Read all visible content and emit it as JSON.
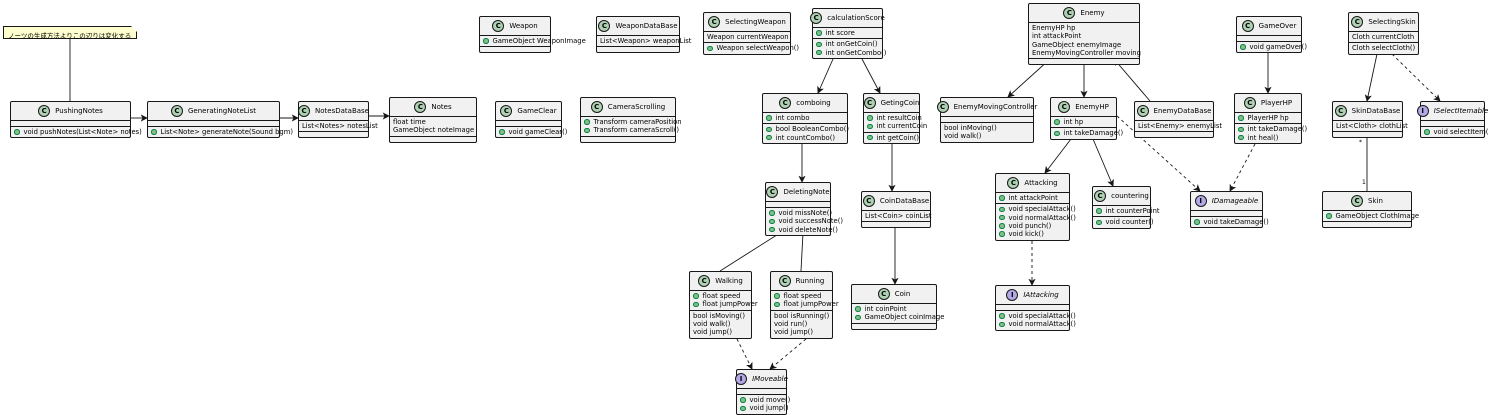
{
  "note": "ノーツの生成方法よりこの辺りは変化する",
  "classes": {
    "PushingNotes": {
      "name": "PushingNotes",
      "fields": [],
      "methods": [
        "void pushNotes(List<Note> notes)"
      ]
    },
    "GeneratingNoteList": {
      "name": "GeneratingNoteList",
      "fields": [],
      "methods": [
        "List<Note> generateNote(Sound bgm)"
      ]
    },
    "NotesDataBase": {
      "name": "NotesDataBase",
      "fields": [
        "List<Notes> notesList"
      ],
      "methods": []
    },
    "Notes": {
      "name": "Notes",
      "fields": [
        "float time",
        "GameObject noteImage"
      ],
      "methods": []
    },
    "GameClear": {
      "name": "GameClear",
      "fields": [],
      "methods": [
        "void gameClear()"
      ]
    },
    "CameraScrolling": {
      "name": "CameraScrolling",
      "fields": [
        "Transform cameraPosition",
        "Transform cameraScroll()"
      ],
      "methods": []
    },
    "Weapon": {
      "name": "Weapon",
      "fields": [
        "GameObject WeaponImage"
      ],
      "methods": []
    },
    "WeaponDataBase": {
      "name": "WeaponDataBase",
      "fields": [
        "List<Weapon> weaponList"
      ],
      "methods": []
    },
    "SelectingWeapon": {
      "name": "SelectingWeapon",
      "fields": [
        "Weapon currentWeapon"
      ],
      "methods": [
        "Weapon selectWeapon()"
      ]
    },
    "calculationScore": {
      "name": "calculationScore",
      "fields": [
        "int score"
      ],
      "methods": [
        "int onGetCoin()",
        "int onGetCombo()"
      ]
    },
    "comboing": {
      "name": "comboing",
      "fields": [
        "int combo"
      ],
      "methods": [
        "bool BooleanCombo()",
        "int countCombo()"
      ]
    },
    "GetingCoin": {
      "name": "GetingCoin",
      "fields": [
        "int resultCoin",
        "int currentCoin"
      ],
      "methods": [
        "int getCoin()"
      ]
    },
    "DeletingNote": {
      "name": "DeletingNote",
      "fields": [],
      "methods": [
        "void missNote()",
        "void successNote()",
        "void deleteNote()"
      ]
    },
    "CoinDataBase": {
      "name": "CoinDataBase",
      "fields": [
        "List<Coin> coinList"
      ],
      "methods": []
    },
    "Walking": {
      "name": "Walking",
      "fields": [
        "float speed",
        "float jumpPower"
      ],
      "methods": [
        "bool isMoving()",
        "void walk()",
        "void jump()"
      ]
    },
    "Running": {
      "name": "Running",
      "fields": [
        "float speed",
        "float jumpPower"
      ],
      "methods": [
        "bool isRunning()",
        "void run()",
        "void jump()"
      ]
    },
    "Coin": {
      "name": "Coin",
      "fields": [
        "int coinPoint",
        "GameObject coinImage"
      ],
      "methods": []
    },
    "IMoveable": {
      "name": "IMoveable",
      "fields": [],
      "methods": [
        "void move()",
        "void jump()"
      ]
    },
    "Enemy": {
      "name": "Enemy",
      "fields": [
        "EnemyHP hp",
        "int attackPoint",
        "GameObject enemyImage",
        "EnemyMovingController moving"
      ],
      "methods": []
    },
    "EnemyMovingController": {
      "name": "EnemyMovingController",
      "fields": [],
      "methods": [
        "bool inMoving()",
        "void walk()"
      ]
    },
    "EnemyHP": {
      "name": "EnemyHP",
      "fields": [
        "int hp"
      ],
      "methods": [
        "int takeDamage()"
      ]
    },
    "EnemyDataBase": {
      "name": "EnemyDataBase",
      "fields": [
        "List<Enemy> enemyList"
      ],
      "methods": []
    },
    "Attacking": {
      "name": "Attacking",
      "fields": [
        "int attackPoint"
      ],
      "methods": [
        "void specialAttack()",
        "void normalAttack()",
        "void punch()",
        "void kick()"
      ]
    },
    "countering": {
      "name": "countering",
      "fields": [
        "int counterPoint"
      ],
      "methods": [
        "void counter()"
      ]
    },
    "IAttacking": {
      "name": "IAttacking",
      "fields": [],
      "methods": [
        "void specialAttack()",
        "void normalAttack()"
      ]
    },
    "GameOver": {
      "name": "GameOver",
      "fields": [],
      "methods": [
        "void gameOver()"
      ]
    },
    "PlayerHP": {
      "name": "PlayerHP",
      "fields": [
        "PlayerHP hp"
      ],
      "methods": [
        "int takeDamage()",
        "int heal()"
      ]
    },
    "IDamageable": {
      "name": "IDamageable",
      "fields": [],
      "methods": [
        "void takeDamage()"
      ]
    },
    "SelectingSkin": {
      "name": "SelectingSkin",
      "fields": [
        "Cloth currentCloth"
      ],
      "methods": [
        "Cloth selectCloth()"
      ]
    },
    "SkinDataBase": {
      "name": "SkinDataBase",
      "fields": [
        "List<Cloth> clothList"
      ],
      "methods": []
    },
    "ISelectItemable": {
      "name": "ISelectItemable",
      "fields": [],
      "methods": [
        "void selectItem()"
      ]
    },
    "Skin": {
      "name": "Skin",
      "fields": [
        "GameObject ClothImage"
      ],
      "methods": []
    }
  },
  "multiplicity": {
    "many": "*",
    "one": "1"
  },
  "colors": {
    "class_fill": "#f1f1f1",
    "class_badge": "#add1b2",
    "interface_badge": "#b4a7e5",
    "note_fill": "#fefece",
    "line": "#181818"
  }
}
